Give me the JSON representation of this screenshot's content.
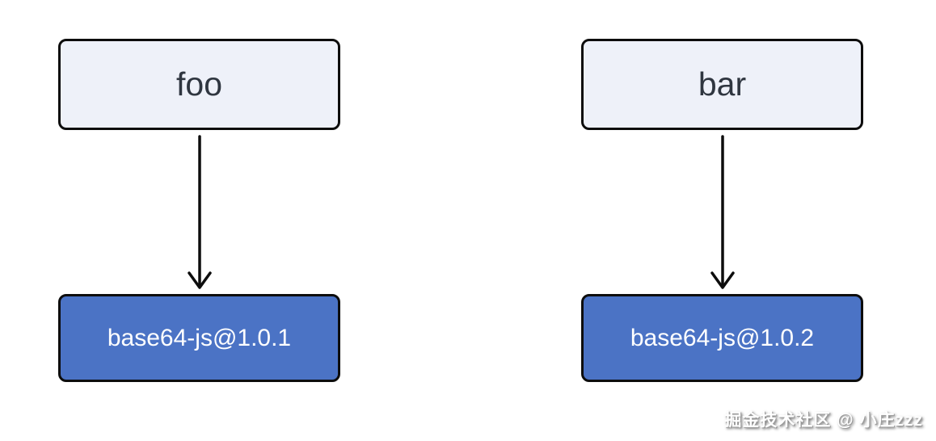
{
  "diagram": {
    "description": "npm dependency trees: two packages each depending on a different version of base64-js",
    "colors": {
      "background": "#ffffff",
      "parent_node_fill": "#eef1f9",
      "parent_node_text": "#2f3640",
      "dependency_node_fill": "#4b73c5",
      "dependency_node_text": "#ffffff",
      "node_border": "#0d0d0d",
      "arrow": "#0d0d0d"
    },
    "trees": [
      {
        "parent": "foo",
        "dependency": "base64-js@1.0.1"
      },
      {
        "parent": "bar",
        "dependency": "base64-js@1.0.2"
      }
    ],
    "watermark": "掘金技术社区 @ 小庄zzz"
  }
}
